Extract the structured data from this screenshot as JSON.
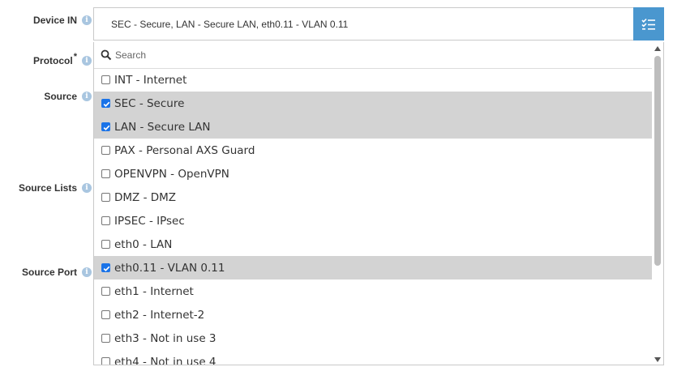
{
  "labels": {
    "device_in": "Device IN",
    "protocol": "Protocol",
    "protocol_required": "*",
    "source": "Source",
    "source_lists": "Source Lists",
    "source_port": "Source Port"
  },
  "icons": {
    "info": "info-icon",
    "toggle": "checklist-icon",
    "search": "search-icon",
    "checkbox_checked": "checkmark-icon"
  },
  "colors": {
    "accent": "#4a97cf",
    "selected_row": "#d3d3d3",
    "checkbox_checked": "#1a73e8",
    "info_icon": "#a9c6e0"
  },
  "device_in": {
    "value": "SEC - Secure, LAN - Secure LAN, eth0.11 - VLAN 0.11"
  },
  "dropdown": {
    "search_placeholder": "Search",
    "search_value": "",
    "options": [
      {
        "label": "INT - Internet",
        "checked": false
      },
      {
        "label": "SEC - Secure",
        "checked": true
      },
      {
        "label": "LAN - Secure LAN",
        "checked": true
      },
      {
        "label": "PAX - Personal AXS Guard",
        "checked": false
      },
      {
        "label": "OPENVPN - OpenVPN",
        "checked": false
      },
      {
        "label": "DMZ - DMZ",
        "checked": false
      },
      {
        "label": "IPSEC - IPsec",
        "checked": false
      },
      {
        "label": "eth0 - LAN",
        "checked": false
      },
      {
        "label": "eth0.11 - VLAN 0.11",
        "checked": true
      },
      {
        "label": "eth1 - Internet",
        "checked": false
      },
      {
        "label": "eth2 - Internet-2",
        "checked": false
      },
      {
        "label": "eth3 - Not in use 3",
        "checked": false
      },
      {
        "label": "eth4 - Not in use 4",
        "checked": false
      }
    ]
  }
}
